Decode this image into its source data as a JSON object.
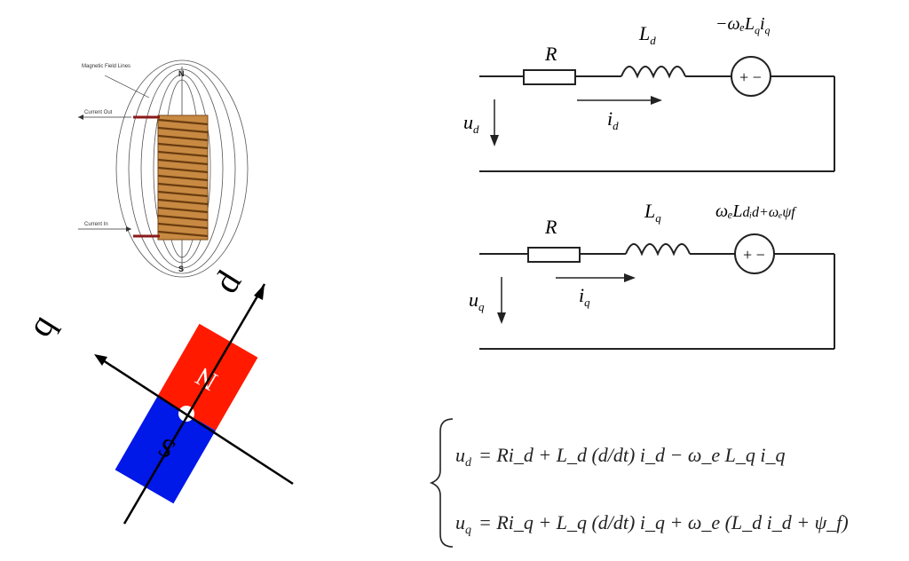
{
  "solenoid": {
    "label_field_lines": "Magnetic Field Lines",
    "label_current_out": "Current Out",
    "label_current_in": "Current In",
    "pole_north": "N",
    "pole_south": "S"
  },
  "magnet": {
    "axis_d": "d",
    "axis_q": "q",
    "pole_north": "N",
    "pole_south": "S",
    "colors": {
      "north": "#ff1a00",
      "south": "#0018e8"
    }
  },
  "circuit_d": {
    "resistor": "R",
    "inductor_main": "L",
    "inductor_sub": "d",
    "source_expr_main": "−ωₑL",
    "source_expr_sub1": "q",
    "source_expr_i": "i",
    "source_expr_sub2": "q",
    "source_sign": "+ −",
    "voltage_main": "u",
    "voltage_sub": "d",
    "current_main": "i",
    "current_sub": "d"
  },
  "circuit_q": {
    "resistor": "R",
    "inductor_main": "L",
    "inductor_sub": "q",
    "source_expr": "ωₑL",
    "source_expr_rest": "dᵢd+ωₑψf",
    "source_sign": "+ −",
    "voltage_main": "u",
    "voltage_sub": "q",
    "current_main": "i",
    "current_sub": "q"
  },
  "equations": {
    "line1_lhs": "u",
    "line1_lhs_sub": "d",
    "line1_rhs": "= Ri_d + L_d (d/dt) i_d − ω_e L_q i_q",
    "line2_lhs": "u",
    "line2_lhs_sub": "q",
    "line2_rhs": "= Ri_q + L_q (d/dt) i_q + ω_e (L_d i_d + ψ_f)"
  }
}
